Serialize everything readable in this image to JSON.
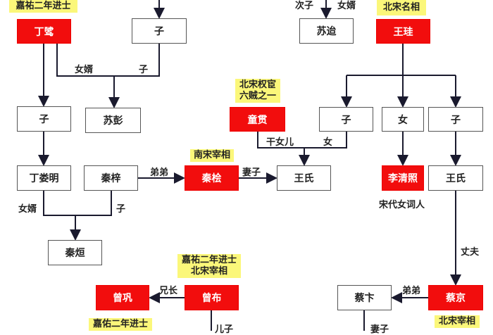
{
  "colors": {
    "highlight_box": "#f20d0d",
    "note_bg": "#fbf77a",
    "line": "#1a1a2e"
  },
  "nodes": {
    "dingzhi": "丁骘",
    "zi_top": "子",
    "supeng": "苏彭",
    "zi_ding": "子",
    "dingloming": "丁娄明",
    "qinzi": "秦梓",
    "qinhui": "秦桧",
    "wangshi_qin": "王氏",
    "qinxuan": "秦烜",
    "zengbu": "曾布",
    "zenggong": "曾巩",
    "sudai": "苏迨",
    "wanggui": "王珪",
    "tongguan": "童贯",
    "zi_wang1": "子",
    "nv_wang": "女",
    "zi_wang2": "子",
    "liqingzhao": "李清照",
    "wangshi_cai": "王氏",
    "caijing": "蔡京",
    "caibian": "蔡卞"
  },
  "notes": {
    "dingzhi": "嘉祐二年进士",
    "qinhui": "南宋宰相",
    "zengbu_1": "嘉祐二年进士",
    "zengbu_2": "北宋宰相",
    "zenggong": "嘉佑二年进士",
    "wanggui": "北宋名相",
    "tongguan_1": "北宋权宦",
    "tongguan_2": "六贼之一",
    "caijing": "北宋宰相",
    "liqingzhao": "宋代女词人"
  },
  "relations": {
    "nvxu1": "女婿",
    "zi1": "子",
    "didi1": "弟弟",
    "qizi1": "妻子",
    "nvxu2": "女婿",
    "zi2": "子",
    "xiongzhang": "兄长",
    "erzi": "儿子",
    "cizi": "次子",
    "nvxu3": "女婿",
    "ganvner": "干女儿",
    "nv": "女",
    "zhangfu": "丈夫",
    "didi2": "弟弟",
    "qizi2": "妻子"
  }
}
